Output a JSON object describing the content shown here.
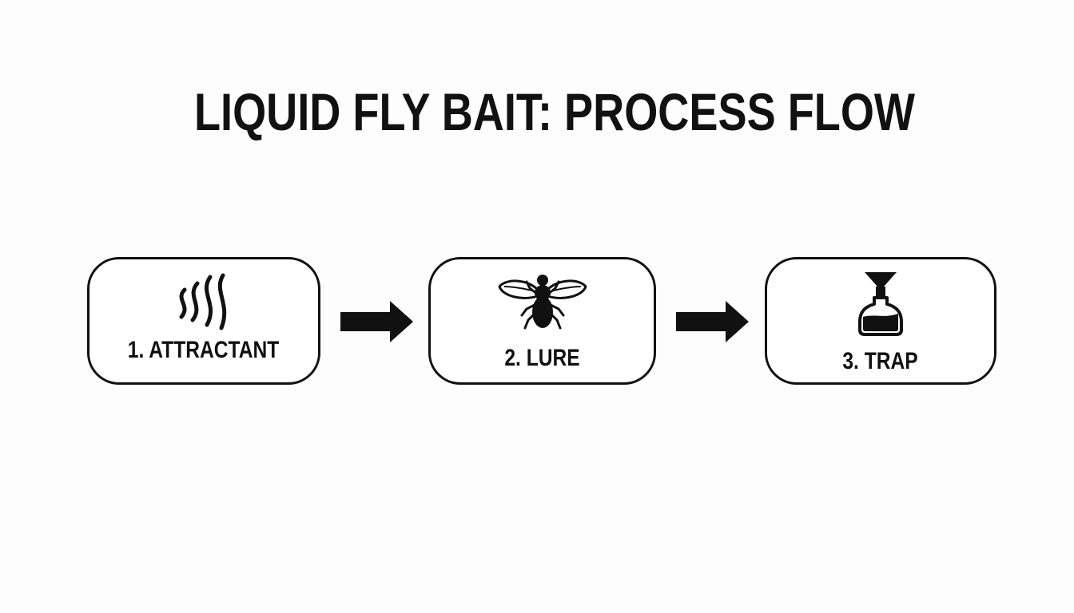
{
  "diagram": {
    "title": "LIQUID FLY BAIT: PROCESS FLOW",
    "steps": [
      {
        "label": "1. ATTRACTANT",
        "icon": "scent-waves-icon"
      },
      {
        "label": "2. LURE",
        "icon": "fly-icon"
      },
      {
        "label": "3. TRAP",
        "icon": "bottle-trap-icon"
      }
    ],
    "colors": {
      "ink": "#111111",
      "background": "#fdfdfd",
      "box_fill": "#ffffff"
    }
  }
}
